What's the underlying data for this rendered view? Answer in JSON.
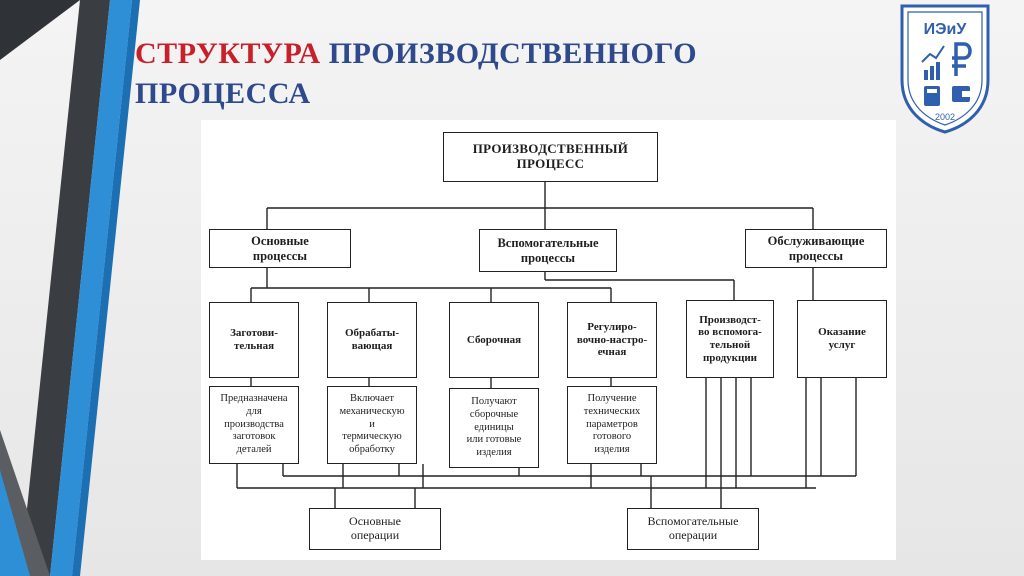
{
  "slide": {
    "title_part1": "СТРУКТУРА",
    "title_part2": "ПРОИЗВОДСТВЕННОГО ПРОЦЕССА"
  },
  "logo": {
    "text": "ИЭиУ",
    "year": "2002",
    "icons": [
      "growth-chart-icon",
      "gear-icon",
      "ruble-icon",
      "bar-chart-icon",
      "calculator-icon",
      "wallet-icon"
    ]
  },
  "diagram": {
    "root": "ПРОИЗВОДСТВЕННЫЙ\nПРОЦЕСС",
    "level1": [
      "Основные\nпроцессы",
      "Вспомогательные\nпроцессы",
      "Обслуживающие\nпроцессы"
    ],
    "level2": [
      "Заготови-\nтельная",
      "Обрабаты-\nвающая",
      "Сборочная",
      "Регулиро-\nвочно-настро-\nечная",
      "Производст-\nво вспомога-\nтельной\nпродукции",
      "Оказание\nуслуг"
    ],
    "descriptions": [
      "Предназначена\nдля\nпроизводства\nзаготовок\nдеталей",
      "Включает\nмеханическую\nи\nтермическую\nобработку",
      "Получают\nсборочные\nединицы\nили готовые\nизделия",
      "Получение\nтехнических\nпараметров\nготового\nизделия"
    ],
    "operations": [
      "Основные\nоперации",
      "Вспомогательные\nоперации"
    ]
  },
  "colors": {
    "title_red": "#c8202a",
    "title_blue": "#2f4a8c",
    "deco_dark": "#3a3d42",
    "deco_blue": "#2e8fd6",
    "logo_blue": "#2f5fae"
  }
}
